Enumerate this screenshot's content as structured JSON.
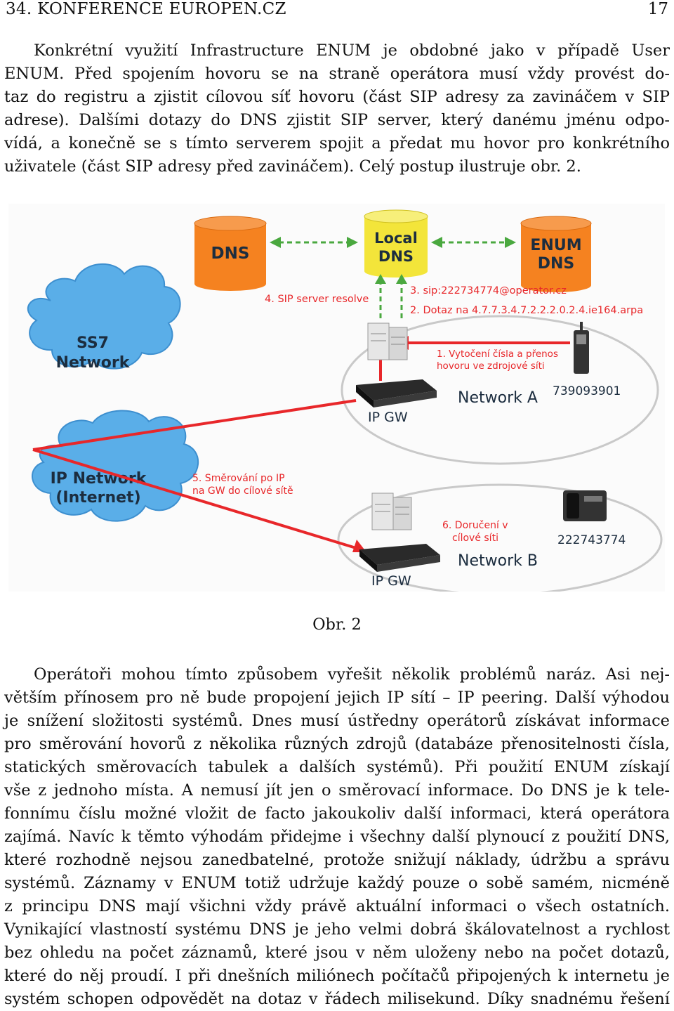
{
  "header": {
    "left": "34. KONFERENCE EUROPEN.CZ",
    "page_number": "17"
  },
  "paragraph1": [
    "Konkrétní využití Infrastructure ENUM je obdobné jako v případě User",
    "ENUM. Před spojením hovoru se na straně operátora musí vždy provést do-",
    "taz do registru a zjistit cílovou síť hovoru (část SIP adresy za zavináčem v SIP",
    "adrese). Dalšími dotazy do DNS zjistit SIP server, který danému jménu odpo-",
    "vídá, a konečně se s tímto serverem spojit a předat mu hovor pro konkrétního",
    "uživatele (část SIP adresy před zavináčem). Celý postup ilustruje obr. 2."
  ],
  "figure": {
    "dns": "DNS",
    "local_dns_line1": "Local",
    "local_dns_line2": "DNS",
    "enum_line1": "ENUM",
    "enum_line2": "DNS",
    "ss7_line1": "SS7",
    "ss7_line2": "Network",
    "ipnet_line1": "IP Network",
    "ipnet_line2": "(Internet)",
    "step4": "4. SIP server resolve",
    "step3": "3. sip:222734774@operator.cz",
    "step2": "2. Dotaz na 4.7.7.3.4.7.2.2.2.0.2.4.ie164.arpa",
    "step1_line1": "1. Vytočení čísla a přenos",
    "step1_line2": "hovoru ve zdrojové síti",
    "step5_line1": "5. Směrování po IP",
    "step5_line2": "na GW do cílové sítě",
    "step6_line1": "6. Doručení v",
    "step6_line2": "cílové síti",
    "network_a": "Network A",
    "network_b": "Network B",
    "phone_a": "739093901",
    "phone_b": "222743774",
    "ipgw_a": "IP GW",
    "ipgw_b": "IP GW",
    "colors": {
      "red": "#e8272a",
      "orange": "#f58220",
      "yellow": "#f3e53a",
      "green": "#4aa83f",
      "cloud": "#5aaee8"
    }
  },
  "caption": "Obr. 2",
  "paragraph2": [
    "Operátoři mohou tímto způsobem vyřešit několik problémů naráz. Asi nej-",
    "větším přínosem pro ně bude propojení jejich IP sítí – IP peering. Další výhodou",
    "je snížení složitosti systémů. Dnes musí ústředny operátorů získávat informace",
    "pro směrování hovorů z několika různých zdrojů (databáze přenositelnosti čísla,",
    "statických směrovacích tabulek a dalších systémů). Při použití ENUM získají",
    "vše z jednoho místa. A nemusí jít jen o směrovací informace. Do DNS je k tele-",
    "fonnímu číslu možné vložit de facto jakoukoliv další informaci, která operátora",
    "zajímá. Navíc k těmto výhodám přidejme i všechny další plynoucí z použití DNS,",
    "které rozhodně nejsou zanedbatelné, protože snižují náklady, údržbu a správu",
    "systémů. Záznamy v ENUM totiž udržuje každý pouze o sobě samém, nicméně",
    "z principu DNS mají všichni vždy právě aktuální informaci o všech ostatních.",
    "Vynikající vlastností systému DNS je jeho velmi dobrá škálovatelnost a rychlost",
    "bez ohledu na počet záznamů, které jsou v něm uloženy nebo na počet dotazů,",
    "které do něj proudí. I při dnešních miliónech počítačů připojených k internetu je",
    "systém schopen odpovědět na dotaz v řádech milisekund. Díky snadnému řešení"
  ]
}
